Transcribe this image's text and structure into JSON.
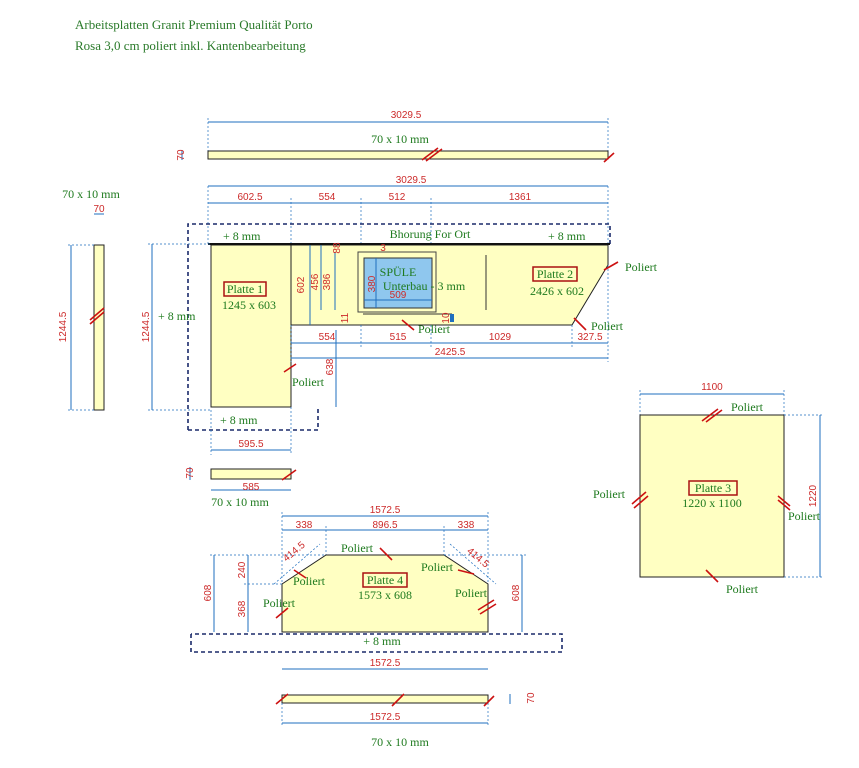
{
  "header": {
    "line1": "Arbeitsplatten Granit Premium Qualität Porto",
    "line2": "Rosa 3,0 cm poliert inkl. Kantenbearbeitung"
  },
  "colors": {
    "plate": "#ffffc2",
    "sink": "#8fc7ee",
    "dimension": "#cc2a2a",
    "note": "#1e7a1e",
    "dim_line": "#1f6fbf"
  },
  "strip_top": {
    "length": "3029.5",
    "label": "70 x 10 mm",
    "height": "70"
  },
  "strip_left": {
    "label": "70 x 10 mm",
    "width": "70",
    "length": "1244.5"
  },
  "strip_small": {
    "height": "70",
    "length": "585",
    "label": "70 x 10 mm"
  },
  "strip_bottom": {
    "length": "1572.5",
    "label": "70 x 10 mm",
    "height": "70"
  },
  "main": {
    "total": "3029.5",
    "segments": [
      "602.5",
      "554",
      "512",
      "1361"
    ],
    "height_left": "1244.5",
    "offset_top_left": "+ 8 mm",
    "offset_top_right": "+ 8 mm",
    "offset_left": "+ 8 mm",
    "offset_bottom": "+ 8 mm",
    "bohrung": "Bhorung For Ort",
    "v_602": "602",
    "v_456": "456",
    "v_386": "386",
    "v_380": "380",
    "v_638": "638",
    "small_3": "3",
    "small_88": "88",
    "small_11": "11",
    "small_10": "10",
    "sink_width": "509",
    "sink_title": "SPÜLE",
    "sink_sub": "Unterbau - 3 mm",
    "bottom_segments": [
      "554",
      "515",
      "1029",
      "327.5"
    ],
    "bottom_total": "2425.5",
    "width_595": "595.5",
    "plate1_name": "Platte 1",
    "plate1_size": "1245 x 603",
    "plate2_name": "Platte 2",
    "plate2_size": "2426 x 602",
    "poliert": "Poliert"
  },
  "plate3": {
    "width": "1100",
    "height": "1220",
    "name": "Platte 3",
    "size": "1220 x 1100",
    "poliert": "Poliert"
  },
  "plate4": {
    "total": "1572.5",
    "segments": [
      "338",
      "896.5",
      "338"
    ],
    "diag_left": "414.5",
    "diag_right": "414.5",
    "h_608": "608",
    "h_240": "240",
    "h_368": "368",
    "name": "Platte 4",
    "size": "1573 x 608",
    "offset": "+ 8 mm",
    "bottom_total": "1572.5",
    "poliert": "Poliert"
  }
}
